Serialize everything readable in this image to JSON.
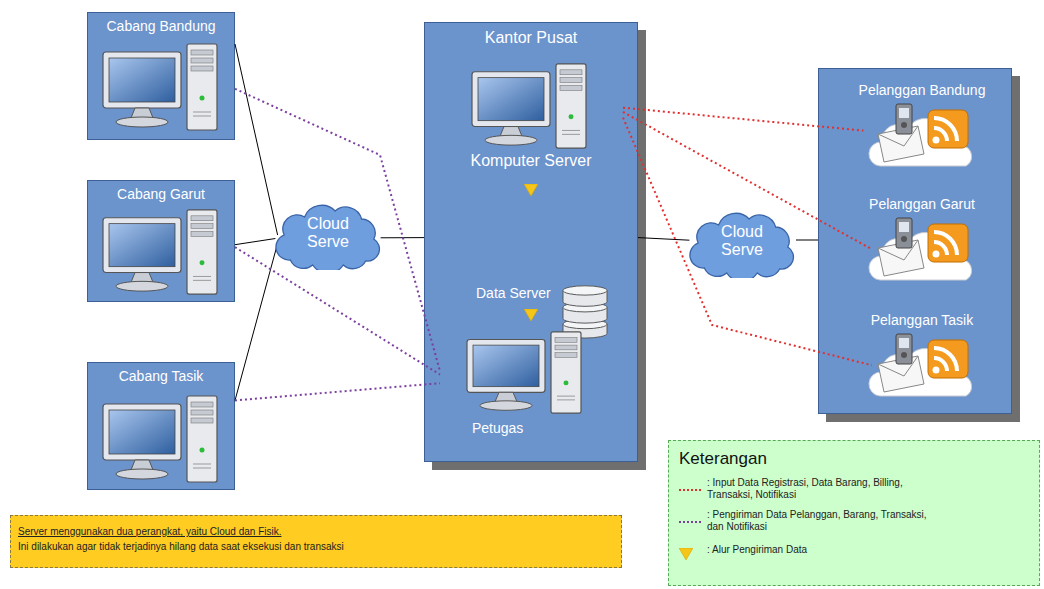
{
  "diagram": {
    "nodes": [
      {
        "text": [
          "Cabang Bandung"
        ]
      },
      {
        "text": [
          "Cabang Garut"
        ]
      },
      {
        "text": [
          "Cabang Tasik"
        ]
      },
      {
        "text": [
          "Cloud Serve"
        ]
      },
      {
        "text": [
          "Kantor Pusat"
        ]
      },
      {
        "text": [
          "Komputer Server"
        ],
        "in": 4
      },
      {
        "text": [
          "Data Server",
          "Petugas"
        ],
        "in": 4
      },
      {
        "text": [
          "Cloud Serve"
        ]
      },
      {
        "text": [
          "Pelanggan Bandung"
        ]
      },
      {
        "text": [
          "Pelanggan Garut"
        ]
      },
      {
        "text": [
          "Pelanggan Tasik"
        ]
      },
      {
        "text": [
          "Server menggunakan dua perangkat, yaitu Cloud dan Fisik.",
          "Ini dilakukan agar tidak terjadinya hilang data saat eksekusi dan transaksi"
        ]
      }
    ],
    "edges": [
      {
        "from": 0,
        "to": 3,
        "arrow": "none"
      },
      {
        "from": 1,
        "to": 3,
        "arrow": "none"
      },
      {
        "from": 2,
        "to": 3,
        "arrow": "none"
      },
      {
        "from": 3,
        "to": 4,
        "arrow": "none"
      },
      {
        "from": 4,
        "to": 7,
        "arrow": "none"
      },
      {
        "from": 0,
        "to": 6,
        "arrow": "none"
      },
      {
        "from": 1,
        "to": 6,
        "arrow": "none"
      },
      {
        "from": 2,
        "to": 6,
        "arrow": "none"
      },
      {
        "from": 5,
        "to": 8,
        "arrow": "none"
      },
      {
        "from": 5,
        "to": 9,
        "arrow": "none"
      },
      {
        "from": 5,
        "to": 10,
        "arrow": "none"
      }
    ],
    "labels": [
      "Keterangan"
    ],
    "legend": [
      {
        "text": ": Input Data Registrasi, Data Barang, Billing, Transaksi, Notifikasi"
      },
      {
        "text": ": Pengiriman Data Pelanggan, Barang, Transaksi, dan Notifikasi"
      },
      {
        "text": ": Alur Pengiriman Data"
      }
    ]
  }
}
